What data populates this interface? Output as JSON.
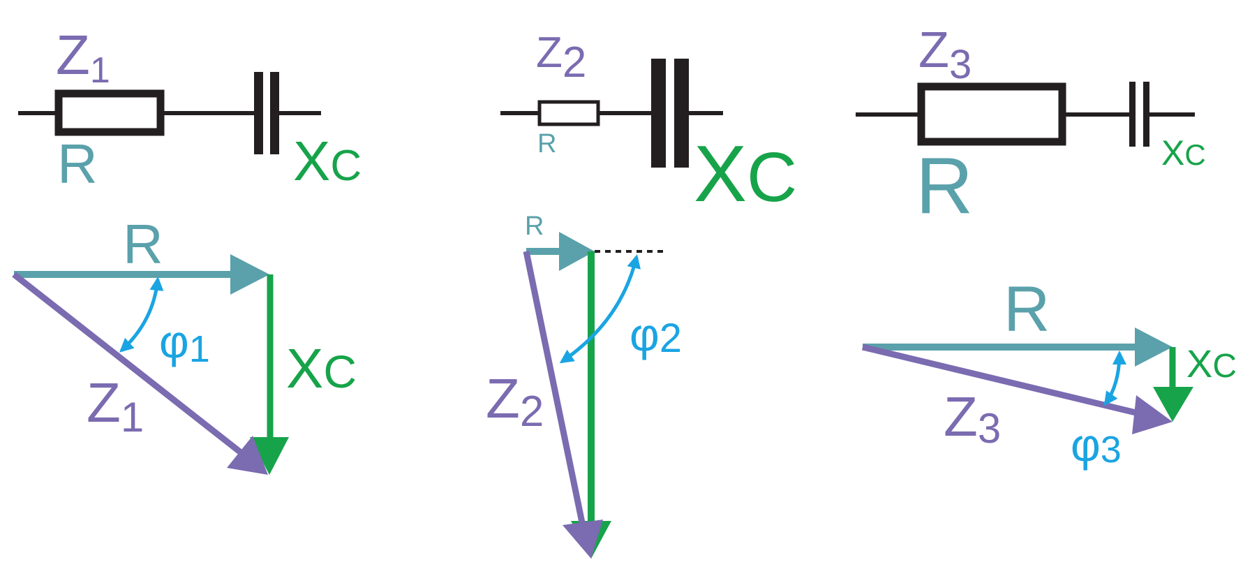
{
  "colors": {
    "r": "#5aa1ab",
    "z": "#7b6bb0",
    "xc": "#17a34a",
    "phi": "#1aa4e2",
    "black": "#231f20"
  },
  "circuits": [
    {
      "z_main": "Z",
      "z_sub": "1",
      "r": "R",
      "xc_main": "X",
      "xc_sub": "C"
    },
    {
      "z_main": "Z",
      "z_sub": "2",
      "r": "R",
      "xc_main": "X",
      "xc_sub": "C"
    },
    {
      "z_main": "Z",
      "z_sub": "3",
      "r": "R",
      "xc_main": "X",
      "xc_sub": "C"
    }
  ],
  "phasors": [
    {
      "r": "R",
      "z_main": "Z",
      "z_sub": "1",
      "xc_main": "X",
      "xc_sub": "C",
      "phi_main": "φ",
      "phi_sub": "1"
    },
    {
      "r": "R",
      "z_main": "Z",
      "z_sub": "2",
      "phi_main": "φ",
      "phi_sub": "2"
    },
    {
      "r": "R",
      "z_main": "Z",
      "z_sub": "3",
      "xc_main": "X",
      "xc_sub": "C",
      "phi_main": "φ",
      "phi_sub": "3"
    }
  ]
}
